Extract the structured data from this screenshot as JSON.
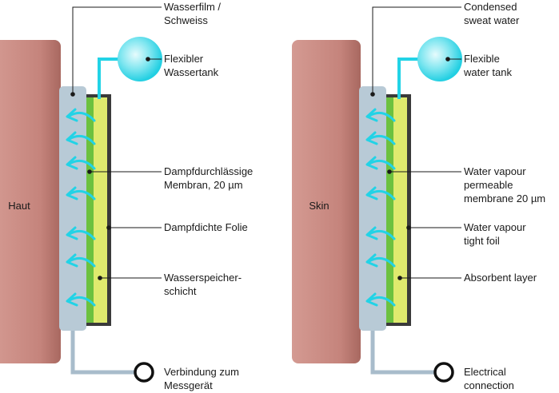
{
  "colors": {
    "skin": "#c5847c",
    "film": "#b8cad6",
    "membrane": "#6cc13f",
    "foil": "#3a3a3a",
    "layer": "#dfea6e",
    "water": "#22d3e6",
    "line": "#1a1a1a",
    "cable": "#a8bccb"
  },
  "left": {
    "skin_label": "Haut",
    "labels": {
      "film": [
        "Wasserfilm /",
        "Schweiss"
      ],
      "tank": [
        "Flexibler",
        "Wassertank"
      ],
      "membrane": [
        "Dampfdurchlässige",
        "Membran, 20 µm"
      ],
      "foil": [
        "Dampfdichte Folie"
      ],
      "layer": [
        "Wasserspeicher-",
        "schicht"
      ],
      "connection": [
        "Verbindung zum",
        "Messgerät"
      ]
    }
  },
  "right": {
    "skin_label": "Skin",
    "labels": {
      "film": [
        "Condensed",
        "sweat water"
      ],
      "tank": [
        "Flexible",
        "water tank"
      ],
      "membrane": [
        "Water vapour",
        "permeable",
        "membrane 20 µm"
      ],
      "foil": [
        "Water vapour",
        "tight foil"
      ],
      "layer": [
        "Absorbent layer"
      ],
      "connection": [
        "Electrical",
        "connection"
      ]
    }
  },
  "icons": {
    "tank": "water-tank-circle",
    "arrows": "water-flow-arrow",
    "connector": "ring-connector"
  }
}
